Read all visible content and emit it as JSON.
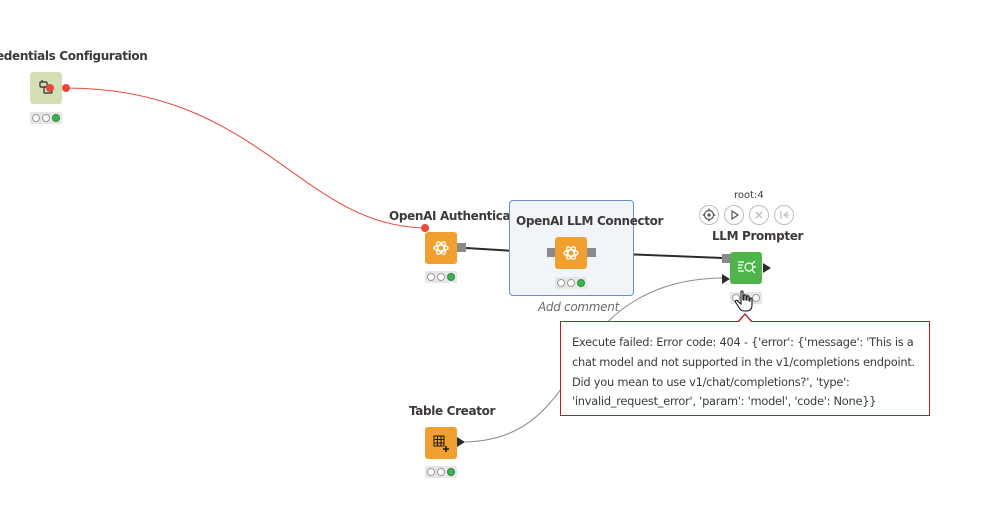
{
  "nodes": {
    "credentials": {
      "title": "edentials Configuration"
    },
    "authenticator": {
      "title": "OpenAI Authenticator"
    },
    "llm_connector": {
      "title": "OpenAI LLM Connector",
      "comment": "Add comment"
    },
    "llm_prompter": {
      "title": "LLM Prompter",
      "id_label": "root:4"
    },
    "table_creator": {
      "title": "Table Creator"
    }
  },
  "node_actions": [
    "configure-icon",
    "execute-icon",
    "cancel-icon",
    "reset-icon"
  ],
  "error_tooltip": {
    "text": "Execute failed: Error code: 404 - {'error': {'message': 'This is a chat model and not supported in the v1/completions endpoint. Did you mean to use v1/chat/completions?', 'type': 'invalid_request_error', 'param': 'model', 'code': None}}"
  },
  "colors": {
    "learner_orange": "#f0a030",
    "predictor_green": "#4fb44a",
    "config_node": "#d4dfb4",
    "credential_connection": "#e8483b",
    "error_border": "#b1202a",
    "metanode_border": "#6f90b8"
  }
}
